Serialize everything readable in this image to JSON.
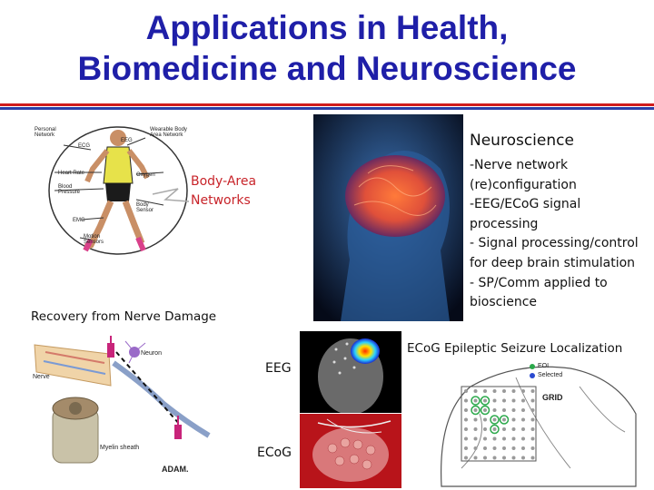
{
  "slide": {
    "title_line1": "Applications in Health,",
    "title_line2": "Biomedicine and Neuroscience"
  },
  "body_area": {
    "label_line1": "Body-Area",
    "label_line2": "Networks",
    "labels": {
      "personal_network": "Personal Network",
      "wearable_ban": "Wearable Body Area Network",
      "ecg": "ECG",
      "eeg": "EEG",
      "heart_rate": "Heart Rate",
      "blood_pressure": "Blood Pressure",
      "oxygen": "Oxygen",
      "emg": "EMG",
      "motion_sensors": "Motion Sensors",
      "body_sensor": "Body Sensor"
    }
  },
  "neuroscience": {
    "heading": "Neuroscience",
    "bullets": [
      "-Nerve network",
      "(re)configuration",
      "-EEG/ECoG signal",
      "processing",
      "- Signal processing/control",
      "for deep brain stimulation",
      "- SP/Comm applied to",
      "bioscience"
    ]
  },
  "recovery": {
    "label": "Recovery from Nerve Damage",
    "neuron_label": "Neuron",
    "nerve_label": "Nerve",
    "myelin_label": "Myelin sheath",
    "credit": "ADAM."
  },
  "eeg_label": "EEG",
  "ecog_label": "ECoG",
  "localization": {
    "label": "ECoG Epileptic Seizure Localization",
    "legend": [
      "EOI",
      "Selected"
    ],
    "grid_label": "GRID"
  },
  "colors": {
    "title": "#1f1fa8",
    "rule_red": "#d01c1c",
    "rule_blue": "#2a3fa8",
    "label_red": "#c8242a"
  }
}
